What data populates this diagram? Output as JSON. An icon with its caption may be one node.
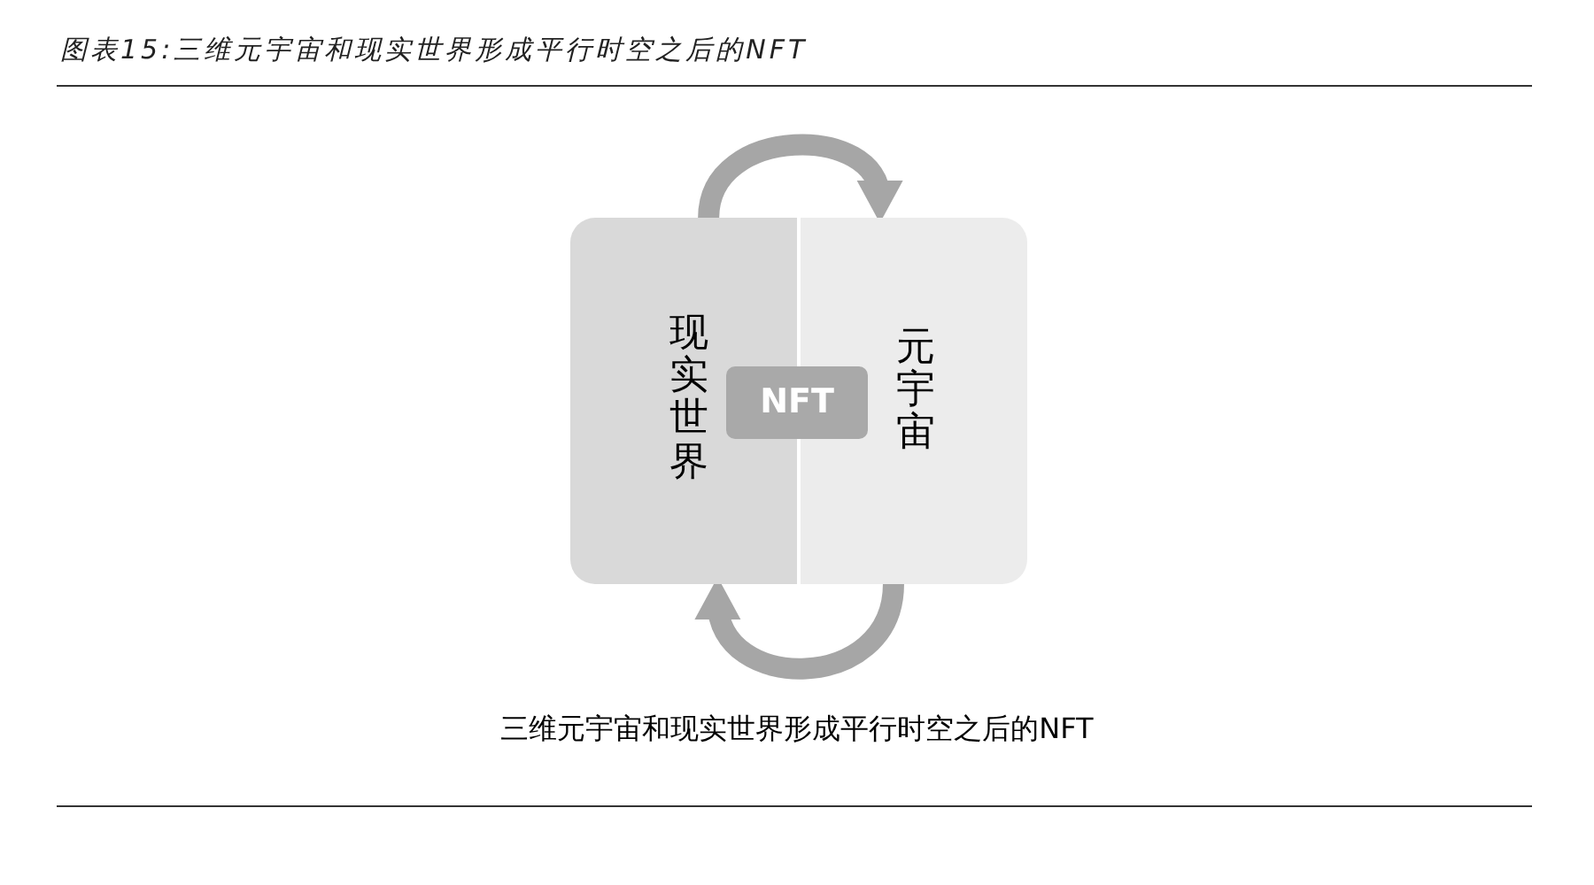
{
  "diagram": {
    "title": "图表15:三维元宇宙和现实世界形成平行时空之后的NFT",
    "caption": "三维元宇宙和现实世界形成平行时空之后的NFT",
    "nodes": [
      {
        "text": [
          "现实世界"
        ]
      },
      {
        "text": [
          "元宇宙"
        ]
      },
      {
        "text": [
          "NFT"
        ]
      }
    ],
    "edges": [
      {
        "from": 0,
        "to": 1,
        "arrow": "to"
      },
      {
        "from": 1,
        "to": 0,
        "arrow": "to"
      }
    ]
  }
}
